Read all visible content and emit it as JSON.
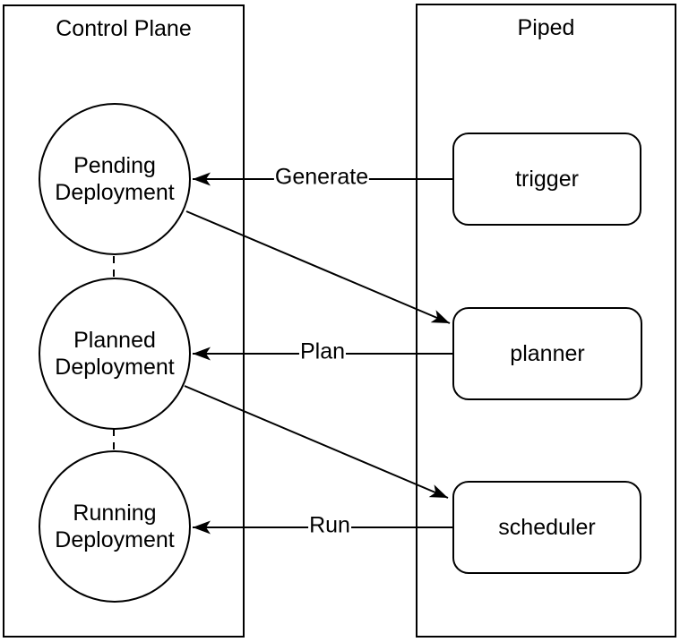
{
  "diagram": {
    "colors": {
      "stroke": "#000000",
      "background": "#ffffff"
    },
    "containers": [
      {
        "title": "Control Plane"
      },
      {
        "title": "Piped"
      }
    ],
    "states": [
      {
        "label": "Pending\nDeployment"
      },
      {
        "label": "Planned\nDeployment"
      },
      {
        "label": "Running\nDeployment"
      }
    ],
    "components": [
      {
        "label": "trigger"
      },
      {
        "label": "planner"
      },
      {
        "label": "scheduler"
      }
    ],
    "edges": [
      {
        "label": "Generate",
        "from": "trigger",
        "to": "Pending Deployment",
        "style": "solid-arrow"
      },
      {
        "label": "Plan",
        "from": "planner",
        "to": "Planned Deployment",
        "style": "solid-arrow"
      },
      {
        "label": "Run",
        "from": "scheduler",
        "to": "Running Deployment",
        "style": "solid-arrow"
      },
      {
        "label": "",
        "from": "Pending Deployment",
        "to": "planner",
        "style": "solid-arrow"
      },
      {
        "label": "",
        "from": "Planned Deployment",
        "to": "scheduler",
        "style": "solid-arrow"
      },
      {
        "label": "",
        "from": "Pending Deployment",
        "to": "Planned Deployment",
        "style": "dashed"
      },
      {
        "label": "",
        "from": "Planned Deployment",
        "to": "Running Deployment",
        "style": "dashed"
      }
    ]
  }
}
